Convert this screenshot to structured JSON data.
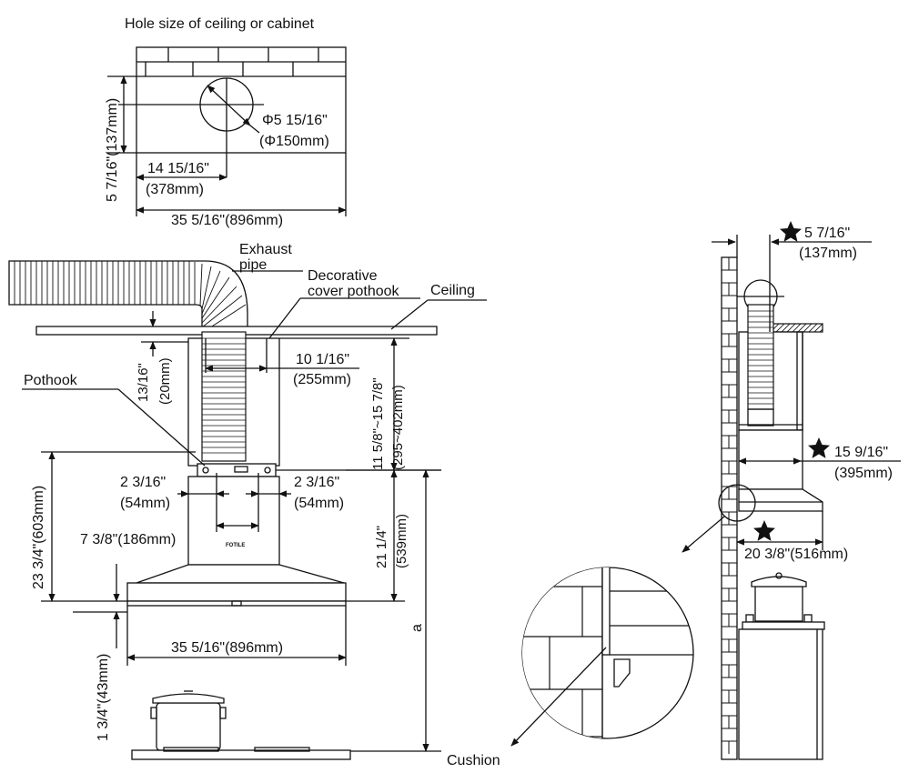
{
  "top_view": {
    "title": "Hole size of ceiling or cabinet",
    "dia_in": "Φ5 15/16\"",
    "dia_mm": "(Φ150mm)",
    "offset_in": "14 15/16\"",
    "offset_mm": "(378mm)",
    "width": "35 5/16\"(896mm)",
    "depth": "5 7/16\"(137mm)"
  },
  "front_view": {
    "exhaust_pipe": [
      "Exhaust",
      "pipe"
    ],
    "decorative_cover": [
      "Decorative",
      "cover pothook"
    ],
    "ceiling": "Ceiling",
    "pothook": "Pothook",
    "d_13_16_in": "13/16\"",
    "d_20mm": "(20mm)",
    "d_10_in": "10 1/16\"",
    "d_255mm": "(255mm)",
    "d_range_in": "11 5/8\"~15 7/8\"",
    "d_range_mm": "(295~402mm)",
    "d_2_3_16_in": "2 3/16\"",
    "d_54mm": "(54mm)",
    "d_7_3_8": "7 3/8\"(186mm)",
    "d_23_3_4": "23 3/4\"(603mm)",
    "d_21_in": "21 1/4\"",
    "d_539mm": "(539mm)",
    "d_a": "a",
    "d_width": "35 5/16\"(896mm)",
    "d_1_3_4": "1 3/4\"(43mm)",
    "brand": "FOTILE"
  },
  "side_view": {
    "d_5_7_16_in": "5 7/16\"",
    "d_137mm": "(137mm)",
    "d_15_9_16_in": "15 9/16\"",
    "d_395mm": "(395mm)",
    "d_20_3_8": "20 3/8\"(516mm)",
    "cushion": "Cushion"
  }
}
